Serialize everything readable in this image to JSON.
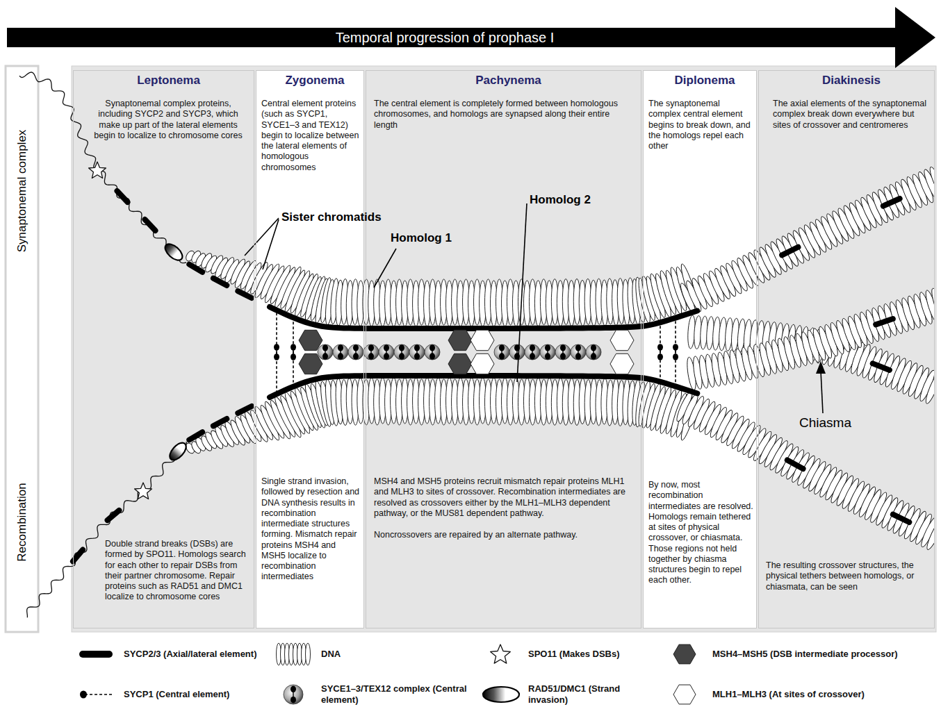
{
  "diagram": {
    "title": "Temporal progression of prophase I",
    "nodes": [
      {
        "text": [
          "Leptonema",
          "Synaptonemal complex proteins, including SYCP2 and SYCP3, which make up part of the lateral elements begin to localize to chromosome cores",
          "Double strand breaks (DSBs) are formed by SPO11. Homologs search for each other to repair DSBs from their partner chromosome. Repair proteins such as RAD51 and DMC1 localize to chromosome cores"
        ]
      },
      {
        "text": [
          "Zygonema",
          "Central element proteins (such as SYCP1, SYCE1–3 and TEX12) begin to localize between the lateral elements of homologous chromosomes",
          "Single strand invasion, followed by resection and DNA synthesis results in recombination intermediate structures forming. Mismatch repair proteins MSH4 and MSH5 localize to recombination intermediates"
        ]
      },
      {
        "text": [
          "Pachynema",
          "The central element is completely formed between homologous chromosomes, and homologs are synapsed along their entire length",
          "MSH4 and MSH5 proteins recruit mismatch repair proteins MLH1 and MLH3 to sites of crossover. Recombination intermediates are resolved as crossovers either by the MLH1–MLH3 dependent pathway, or the MUS81 dependent pathway.",
          "Noncrossovers are repaired by an alternate pathway."
        ]
      },
      {
        "text": [
          "Diplonema",
          "The synaptonemal complex central element begins to break down, and the homologs repel each other",
          "By now, most recombination intermediates are resolved. Homologs remain tethered at sites of physical crossover, or chiasmata. Those regions not held together by chiasma structures begin to repel each other."
        ]
      },
      {
        "text": [
          "Diakinesis",
          "The axial elements of the synaptonemal complex break down everywhere but sites of crossover and centromeres",
          "The resulting crossover structures, the physical tethers between homologs, or chiasmata, can be seen"
        ]
      }
    ],
    "labels": [
      "Synaptonemal complex",
      "Recombination",
      "Sister chromatids",
      "Homolog 1",
      "Homolog 2",
      "Chiasma"
    ],
    "legend": [
      {
        "text": "SYCP2/3 (Axial/lateral element)"
      },
      {
        "text": "DNA"
      },
      {
        "text": "SPO11 (Makes DSBs)"
      },
      {
        "text": "MSH4–MSH5 (DSB intermediate processor)"
      },
      {
        "text": "SYCP1 (Central element)"
      },
      {
        "text": "SYCE1–3/TEX12 complex (Central element)"
      },
      {
        "text": "RAD51/DMC1 (Strand invasion)"
      },
      {
        "text": "MLH1–MLH3 (At sites of crossover)"
      }
    ]
  }
}
